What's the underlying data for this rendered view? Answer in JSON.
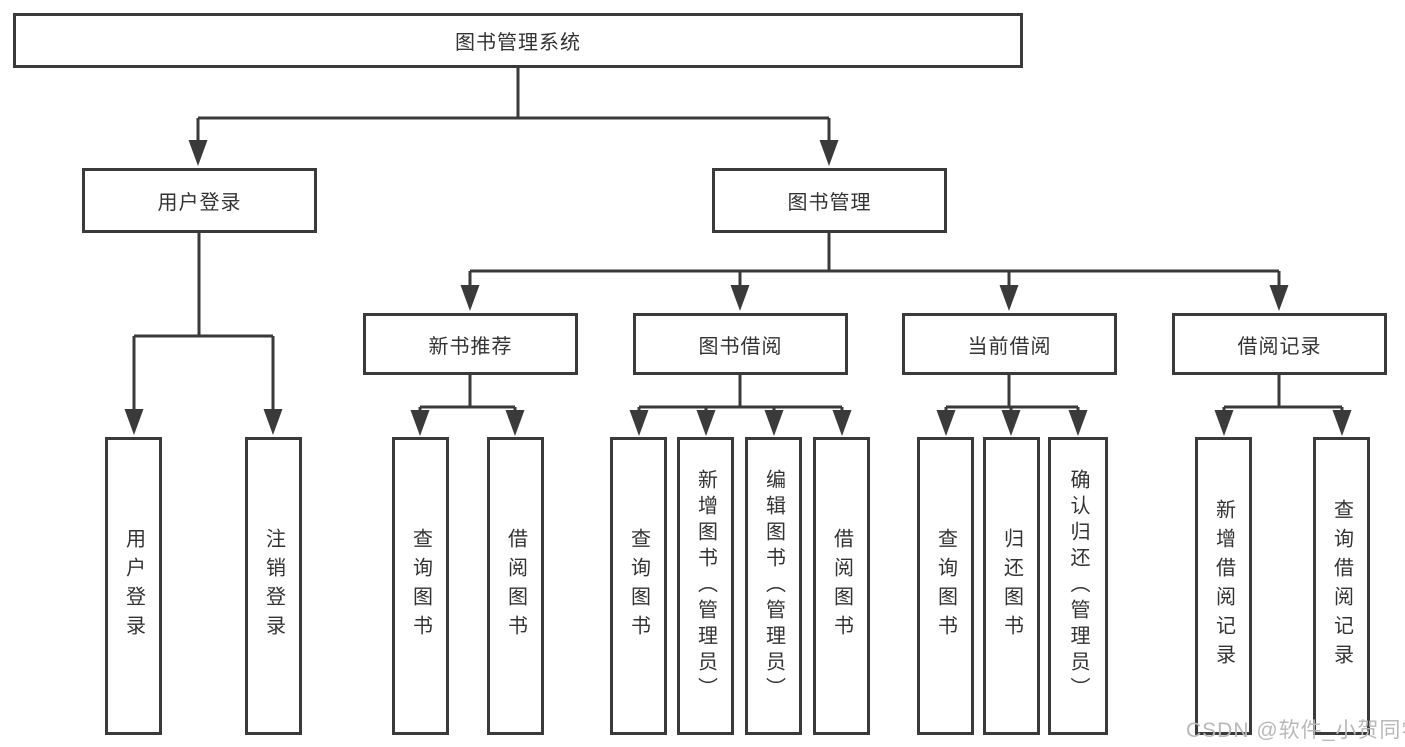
{
  "diagram": {
    "root": "图书管理系统",
    "level2": {
      "user_login": "用户登录",
      "book_management": "图书管理"
    },
    "level3": {
      "new_book_recommend": "新书推荐",
      "book_borrowing": "图书借阅",
      "current_borrowing": "当前借阅",
      "borrowing_records": "借阅记录"
    },
    "leaves": {
      "user_login": "用户登录",
      "logout": "注销登录",
      "query_book_recommend": "查询图书",
      "borrow_book_recommend": "借阅图书",
      "query_book_borrowing": "查询图书",
      "add_book_admin": "新增图书（管理员）",
      "edit_book_admin": "编辑图书（管理员）",
      "borrow_book_borrowing": "借阅图书",
      "query_book_current": "查询图书",
      "return_book": "归还图书",
      "confirm_return_admin": "确认归还（管理员）",
      "add_borrow_record": "新增借阅记录",
      "query_borrow_record": "查询借阅记录"
    }
  },
  "watermark": "CSDN @软件_小贺同学",
  "colors": {
    "line": "#3a3a3a",
    "text": "#333333",
    "watermark": "#b9b9b9",
    "background": "#ffffff"
  }
}
